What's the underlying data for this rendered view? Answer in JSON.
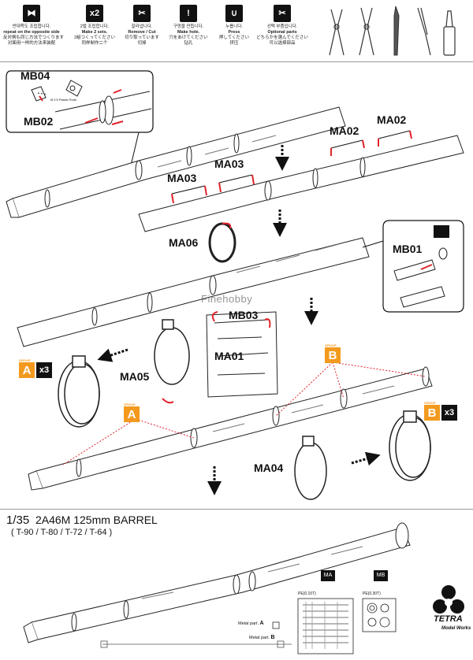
{
  "legend": [
    {
      "icon": "⧓",
      "ko": "반대쪽도 조립합니다.",
      "en": "repeat on the opposite side",
      "ja": "反対側も同じ方法でつくります",
      "zh": "对面用一样的方法来装配"
    },
    {
      "icon": "x2",
      "ko": "2벌 조립합니다.",
      "en": "Make 2 sets.",
      "ja": "2組つくってください",
      "zh": "同样制作二个"
    },
    {
      "icon": "✂",
      "ko": "잘라냅니다.",
      "en": "Remove / Cut",
      "ja": "切り取っています",
      "zh": "切掉"
    },
    {
      "icon": "!",
      "ko": "구멍을 만듭니다.",
      "en": "Make hole.",
      "ja": "穴をあけてください",
      "zh": "钻孔"
    },
    {
      "icon": "∪",
      "ko": "누릅니다.",
      "en": "Press",
      "ja": "押してください",
      "zh": "挤压"
    },
    {
      "icon": "✂",
      "ko": "선택 부품입니다.",
      "en": "Optional parts",
      "ja": "どちらかを選んでください",
      "zh": "可以选择部品"
    }
  ],
  "parts": {
    "mb04": "MB04",
    "mb02": "MB02",
    "mb01": "MB01",
    "mb03": "MB03",
    "ma02a": "MA02",
    "ma02b": "MA02",
    "ma03a": "MA03",
    "ma03b": "MA03",
    "ma06": "MA06",
    "ma05": "MA05",
    "ma01": "MA01",
    "ma04": "MA04"
  },
  "callout_note": "Ø 0.5 Plastic Rods",
  "groups": {
    "a_left": "A",
    "a_mid": "A",
    "b_top": "B",
    "b_right": "B",
    "tag": "GROUP"
  },
  "multipliers": {
    "left": "x3",
    "right": "x3"
  },
  "watermark": "Finehobby",
  "title": {
    "scale": "1/35",
    "name": "2A46M 125mm BARREL",
    "sub": "( T-90 / T-80 / T-72 / T-64 )"
  },
  "pe": {
    "ma_tag": "MA",
    "mb_tag": "MB",
    "ma_code": "PE(0.15T)",
    "mb_code": "PE(0.30T)"
  },
  "metal": {
    "label": "Metal part.",
    "a": "A",
    "b": "B"
  },
  "brand": {
    "name": "TETRA",
    "sub": "Model Works"
  }
}
